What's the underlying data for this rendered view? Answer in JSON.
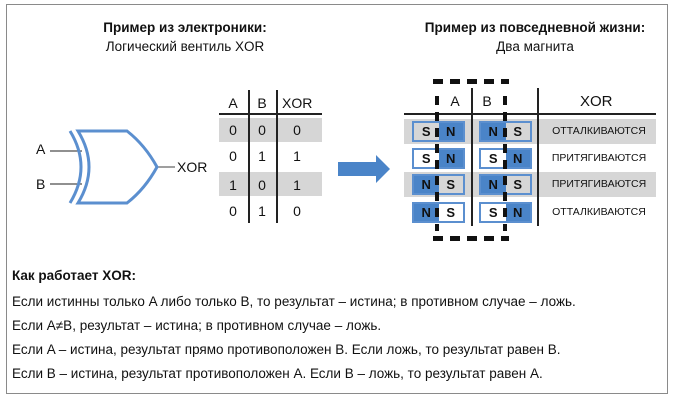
{
  "left": {
    "title": "Пример из электроники:",
    "subtitle": "Логический вентиль XOR",
    "gate": {
      "input_a": "A",
      "input_b": "B",
      "output": "XOR"
    },
    "table": {
      "headers": [
        "A",
        "B",
        "XOR"
      ],
      "rows": [
        [
          "0",
          "0",
          "0"
        ],
        [
          "0",
          "1",
          "1"
        ],
        [
          "1",
          "0",
          "1"
        ],
        [
          "0",
          "1",
          "0"
        ]
      ]
    }
  },
  "right": {
    "title": "Пример из повседневной жизни:",
    "subtitle": "Два магнита",
    "headers": [
      "A",
      "B",
      "XOR"
    ],
    "rows": [
      {
        "a": [
          "S",
          "N"
        ],
        "b": [
          "N",
          "S"
        ],
        "result": "ОТТАЛКИВАЮТСЯ"
      },
      {
        "a": [
          "S",
          "N"
        ],
        "b": [
          "S",
          "N"
        ],
        "result": "ПРИТЯГИВАЮТСЯ"
      },
      {
        "a": [
          "N",
          "S"
        ],
        "b": [
          "N",
          "S"
        ],
        "result": "ПРИТЯГИВАЮТСЯ"
      },
      {
        "a": [
          "N",
          "S"
        ],
        "b": [
          "S",
          "N"
        ],
        "result": "ОТТАЛКИВАЮТСЯ"
      }
    ]
  },
  "explanation": {
    "heading": "Как работает XOR:",
    "lines": [
      "Если истинны только A либо только B, то результат – истина; в противном случае – ложь.",
      "Если A≠B, результат – истина; в противном случае – ложь.",
      "Если A – истина, результат прямо противоположен B. Если ложь, то результат равен B.",
      "Если B – истина, результат противоположен A. Если B – ложь, то результат равен A."
    ]
  },
  "colors": {
    "accent": "#4a84c8",
    "row_band": "#d6d6d6",
    "frame": "#8a8a8a"
  }
}
